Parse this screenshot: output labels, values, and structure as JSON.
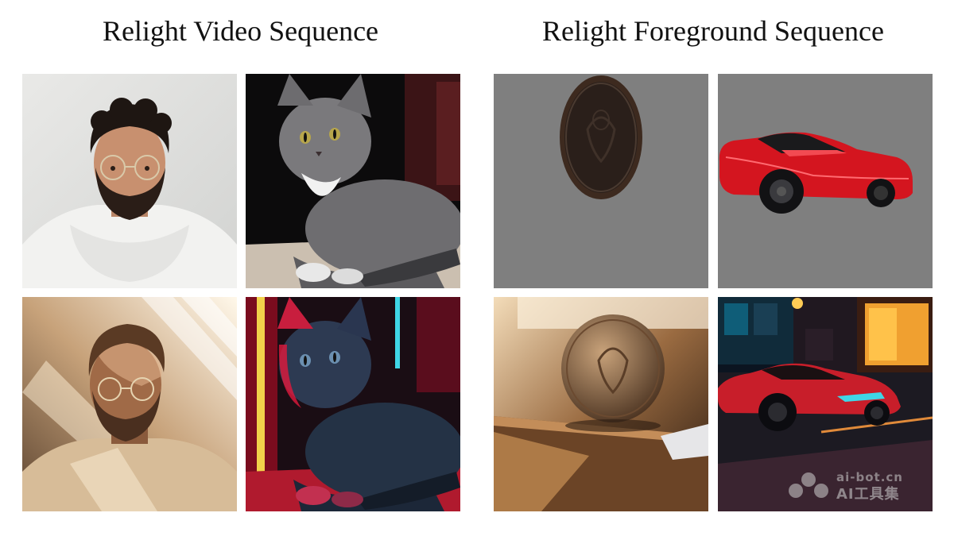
{
  "titles": {
    "left": "Relight Video Sequence",
    "right": "Relight Foreground Sequence"
  },
  "watermark": {
    "url": "ai-bot.cn",
    "name": "AI工具集"
  },
  "colors": {
    "gray_background": "#7f7f7f",
    "car_red": "#d4151f",
    "neon_red": "#e0193c",
    "neon_cyan": "#3fd6e6"
  }
}
